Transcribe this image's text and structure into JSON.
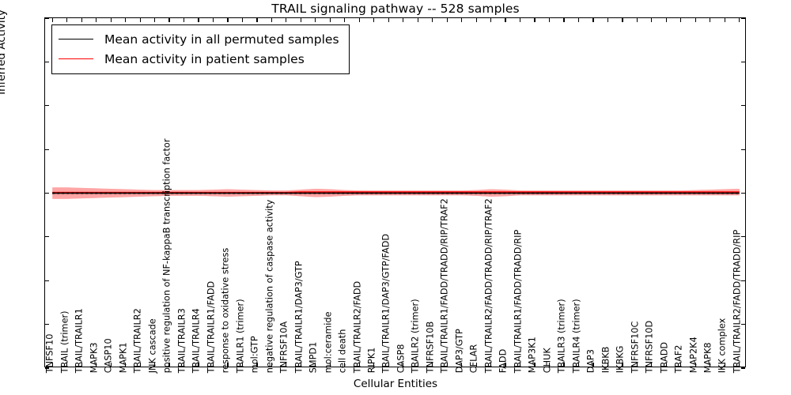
{
  "chart_data": {
    "type": "line",
    "title": "TRAIL signaling pathway -- 528 samples",
    "xlabel": "Cellular Entities",
    "ylabel": "Inferred Activity",
    "ylim": [
      -4,
      4
    ],
    "yticks": [
      -4,
      -3,
      -2,
      -1,
      0,
      1,
      2,
      3,
      4
    ],
    "grid": false,
    "legend_position": "upper left",
    "legend": [
      {
        "name": "Mean activity in all permuted samples",
        "color": "#000000",
        "style": "dotted-solid"
      },
      {
        "name": "Mean activity in patient samples",
        "color": "#ff0000",
        "style": "solid"
      }
    ],
    "band_color": "#ff9999",
    "band_color_permuted": "#cccccc",
    "categories": [
      "TNFSF10",
      "TRAIL (trimer)",
      "TRAIL/TRAILR1",
      "MAPK3",
      "CASP10",
      "MAPK1",
      "TRAIL/TRAILR2",
      "JNK cascade",
      "positive regulation of NF-kappaB transcription factor",
      "TRAIL/TRAILR3",
      "TRAIL/TRAILR4",
      "TRAIL/TRAILR1/FADD",
      "response to oxidative stress",
      "TRAILR1 (trimer)",
      "mol:GTP",
      "negative regulation of caspase activity",
      "TNFRSF10A",
      "TRAIL/TRAILR1/DAP3/GTP",
      "SMPD1",
      "mol:ceramide",
      "cell death",
      "TRAIL/TRAILR2/FADD",
      "RIPK1",
      "TRAIL/TRAILR1/DAP3/GTP/FADD",
      "CASP8",
      "TRAILR2 (trimer)",
      "TNFRSF10B",
      "TRAIL/TRAILR1/FADD/TRADD/RIP/TRAF2",
      "DAP3/GTP",
      "CFLAR",
      "TRAIL/TRAILR2/FADD/TRADD/RIP/TRAF2",
      "FADD",
      "TRAIL/TRAILR1/FADD/TRADD/RIP",
      "MAP3K1",
      "CHUK",
      "TRAILR3 (trimer)",
      "TRAILR4 (trimer)",
      "DAP3",
      "IKBKB",
      "IKBKG",
      "TNFRSF10C",
      "TNFRSF10D",
      "TRADD",
      "TRAF2",
      "MAP2K4",
      "MAPK8",
      "IKK complex",
      "TRAIL/TRAILR2/FADD/TRADD/RIP"
    ],
    "series": [
      {
        "name": "Mean activity in all permuted samples",
        "color": "#000000",
        "values": [
          0.0,
          0.0,
          0.0,
          0.0,
          0.0,
          0.0,
          0.0,
          0.0,
          0.0,
          0.0,
          0.0,
          0.0,
          0.0,
          0.0,
          0.0,
          0.0,
          0.0,
          0.0,
          0.0,
          0.0,
          0.0,
          0.0,
          0.0,
          0.0,
          0.0,
          0.0,
          0.0,
          0.0,
          0.0,
          0.0,
          0.0,
          0.0,
          0.0,
          0.0,
          0.0,
          0.0,
          0.0,
          0.0,
          0.0,
          0.0,
          0.0,
          0.0,
          0.0,
          0.0,
          0.0,
          0.0,
          0.0,
          0.0
        ],
        "band_lower": [
          -0.05,
          -0.05,
          -0.05,
          -0.05,
          -0.05,
          -0.04,
          -0.04,
          -0.04,
          -0.04,
          -0.04,
          -0.04,
          -0.04,
          -0.04,
          -0.04,
          -0.04,
          -0.04,
          -0.04,
          -0.04,
          -0.04,
          -0.04,
          -0.04,
          -0.04,
          -0.04,
          -0.04,
          -0.04,
          -0.04,
          -0.04,
          -0.04,
          -0.04,
          -0.04,
          -0.04,
          -0.04,
          -0.04,
          -0.04,
          -0.04,
          -0.04,
          -0.04,
          -0.04,
          -0.04,
          -0.04,
          -0.04,
          -0.04,
          -0.04,
          -0.04,
          -0.04,
          -0.04,
          -0.04,
          -0.04
        ],
        "band_upper": [
          0.05,
          0.05,
          0.05,
          0.05,
          0.05,
          0.04,
          0.04,
          0.04,
          0.04,
          0.04,
          0.04,
          0.04,
          0.04,
          0.04,
          0.04,
          0.04,
          0.04,
          0.04,
          0.04,
          0.04,
          0.04,
          0.04,
          0.04,
          0.04,
          0.04,
          0.04,
          0.04,
          0.04,
          0.04,
          0.04,
          0.04,
          0.04,
          0.04,
          0.04,
          0.04,
          0.04,
          0.04,
          0.04,
          0.04,
          0.04,
          0.04,
          0.04,
          0.04,
          0.04,
          0.04,
          0.04,
          0.04,
          0.04
        ]
      },
      {
        "name": "Mean activity in patient samples",
        "color": "#ff0000",
        "values": [
          0.01,
          0.01,
          0.01,
          0.01,
          0.01,
          0.01,
          0.01,
          0.01,
          0.01,
          0.01,
          0.01,
          0.01,
          0.01,
          0.01,
          0.01,
          0.01,
          0.01,
          0.02,
          0.02,
          0.02,
          0.02,
          0.02,
          0.02,
          0.02,
          0.02,
          0.02,
          0.02,
          0.02,
          0.02,
          0.02,
          0.02,
          0.02,
          0.02,
          0.02,
          0.02,
          0.02,
          0.02,
          0.02,
          0.02,
          0.02,
          0.02,
          0.02,
          0.02,
          0.02,
          0.02,
          0.02,
          0.02,
          0.02
        ],
        "band_lower": [
          -0.13,
          -0.13,
          -0.12,
          -0.11,
          -0.1,
          -0.09,
          -0.08,
          -0.07,
          -0.06,
          -0.06,
          -0.06,
          -0.07,
          -0.08,
          -0.07,
          -0.06,
          -0.05,
          -0.05,
          -0.07,
          -0.09,
          -0.08,
          -0.06,
          -0.05,
          -0.05,
          -0.05,
          -0.05,
          -0.05,
          -0.05,
          -0.05,
          -0.05,
          -0.06,
          -0.08,
          -0.07,
          -0.05,
          -0.05,
          -0.05,
          -0.05,
          -0.05,
          -0.05,
          -0.05,
          -0.05,
          -0.05,
          -0.05,
          -0.05,
          -0.05,
          -0.05,
          -0.05,
          -0.05,
          -0.05
        ],
        "band_upper": [
          0.13,
          0.13,
          0.12,
          0.11,
          0.1,
          0.09,
          0.08,
          0.07,
          0.07,
          0.07,
          0.07,
          0.08,
          0.09,
          0.08,
          0.07,
          0.06,
          0.06,
          0.08,
          0.1,
          0.09,
          0.07,
          0.06,
          0.06,
          0.06,
          0.06,
          0.06,
          0.06,
          0.06,
          0.06,
          0.07,
          0.09,
          0.08,
          0.06,
          0.06,
          0.06,
          0.06,
          0.06,
          0.06,
          0.06,
          0.06,
          0.06,
          0.06,
          0.06,
          0.06,
          0.07,
          0.08,
          0.09,
          0.1
        ]
      }
    ]
  }
}
